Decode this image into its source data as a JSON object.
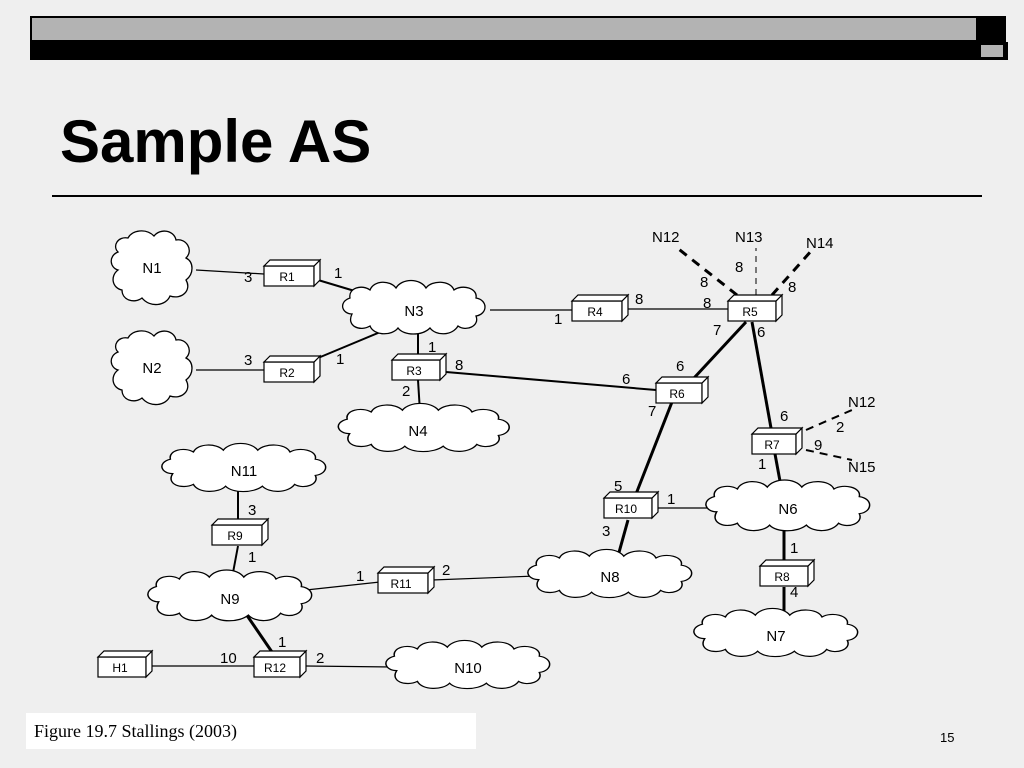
{
  "slide": {
    "title": "Sample AS",
    "caption": "Figure 19.7 Stallings (2003)",
    "page_number": "15"
  },
  "diagram": {
    "routers": {
      "R1": "R1",
      "R2": "R2",
      "R3": "R3",
      "R4": "R4",
      "R5": "R5",
      "R6": "R6",
      "R7": "R7",
      "R8": "R8",
      "R9": "R9",
      "R10": "R10",
      "R11": "R11",
      "R12": "R12"
    },
    "host": {
      "H1": "H1"
    },
    "networks": {
      "N1": "N1",
      "N2": "N2",
      "N3": "N3",
      "N4": "N4",
      "N6": "N6",
      "N7": "N7",
      "N8": "N8",
      "N9": "N9",
      "N10": "N10",
      "N11": "N11"
    },
    "external": {
      "n12_top": "N12",
      "n13": "N13",
      "n14": "N14",
      "n12_right": "N12",
      "n15": "N15"
    },
    "costs": [
      "3",
      "1",
      "3",
      "1",
      "1",
      "2",
      "8",
      "1",
      "8",
      "8",
      "7",
      "6",
      "8",
      "8",
      "8",
      "6",
      "6",
      "7",
      "6",
      "2",
      "9",
      "1",
      "5",
      "1",
      "3",
      "1",
      "4",
      "3",
      "1",
      "1",
      "2",
      "1",
      "10",
      "2"
    ]
  }
}
